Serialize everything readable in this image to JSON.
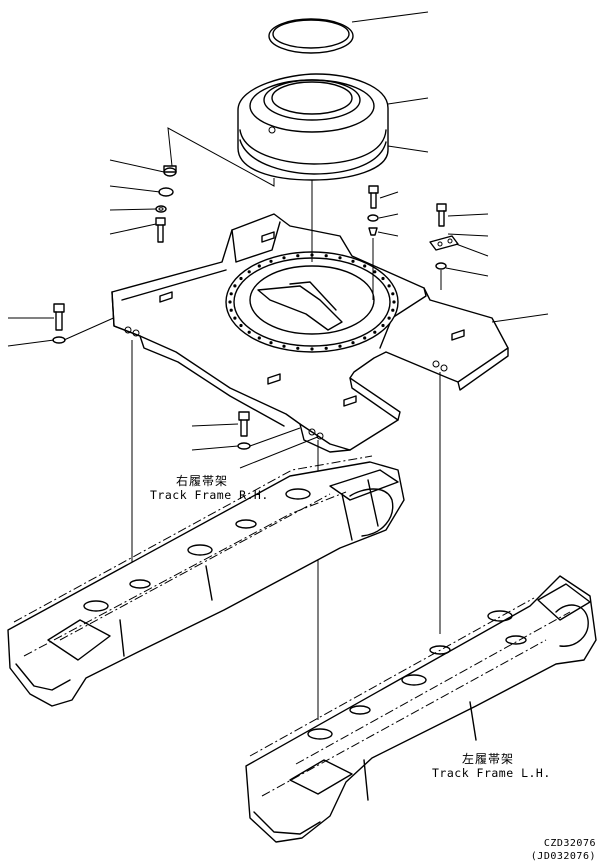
{
  "labels": {
    "track_rh_jp": "右履帯架",
    "track_rh_en": "Track Frame R.H.",
    "track_lh_jp": "左履帯架",
    "track_lh_en": "Track Frame L.H."
  },
  "codes": {
    "primary": "CZD32076",
    "secondary": "(JD032076)"
  }
}
